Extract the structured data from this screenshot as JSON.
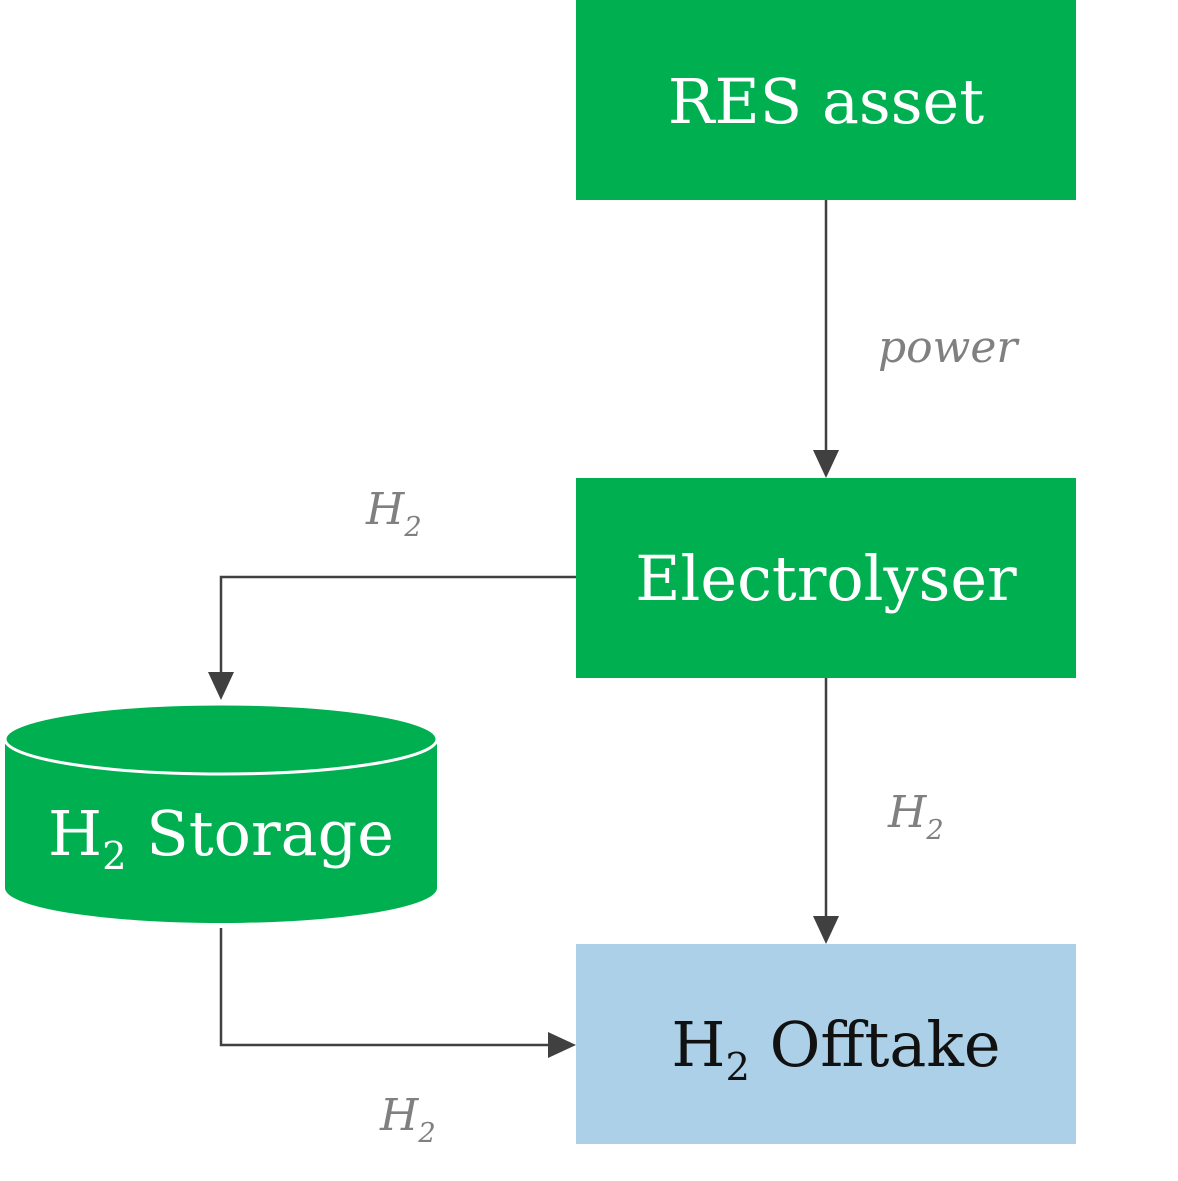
{
  "colors": {
    "green": "#00b050",
    "blue": "#acd0e8",
    "edge": "#404040",
    "edge_label": "#808080",
    "node_text_light": "#ffffff",
    "node_text_dark": "#111111"
  },
  "nodes": {
    "res_asset": {
      "label": "RES asset"
    },
    "electrolyser": {
      "label": "Electrolyser"
    },
    "storage": {
      "label_main": "H",
      "label_sub": "2",
      "label_rest": " Storage"
    },
    "offtake": {
      "label_main": "H",
      "label_sub": "2",
      "label_rest": " Offtake"
    }
  },
  "edges": {
    "res_to_electrolyser": {
      "label": "power"
    },
    "electrolyser_to_storage": {
      "label_main": "H",
      "label_sub": "2"
    },
    "electrolyser_to_offtake": {
      "label_main": "H",
      "label_sub": "2"
    },
    "storage_to_offtake": {
      "label_main": "H",
      "label_sub": "2"
    }
  }
}
